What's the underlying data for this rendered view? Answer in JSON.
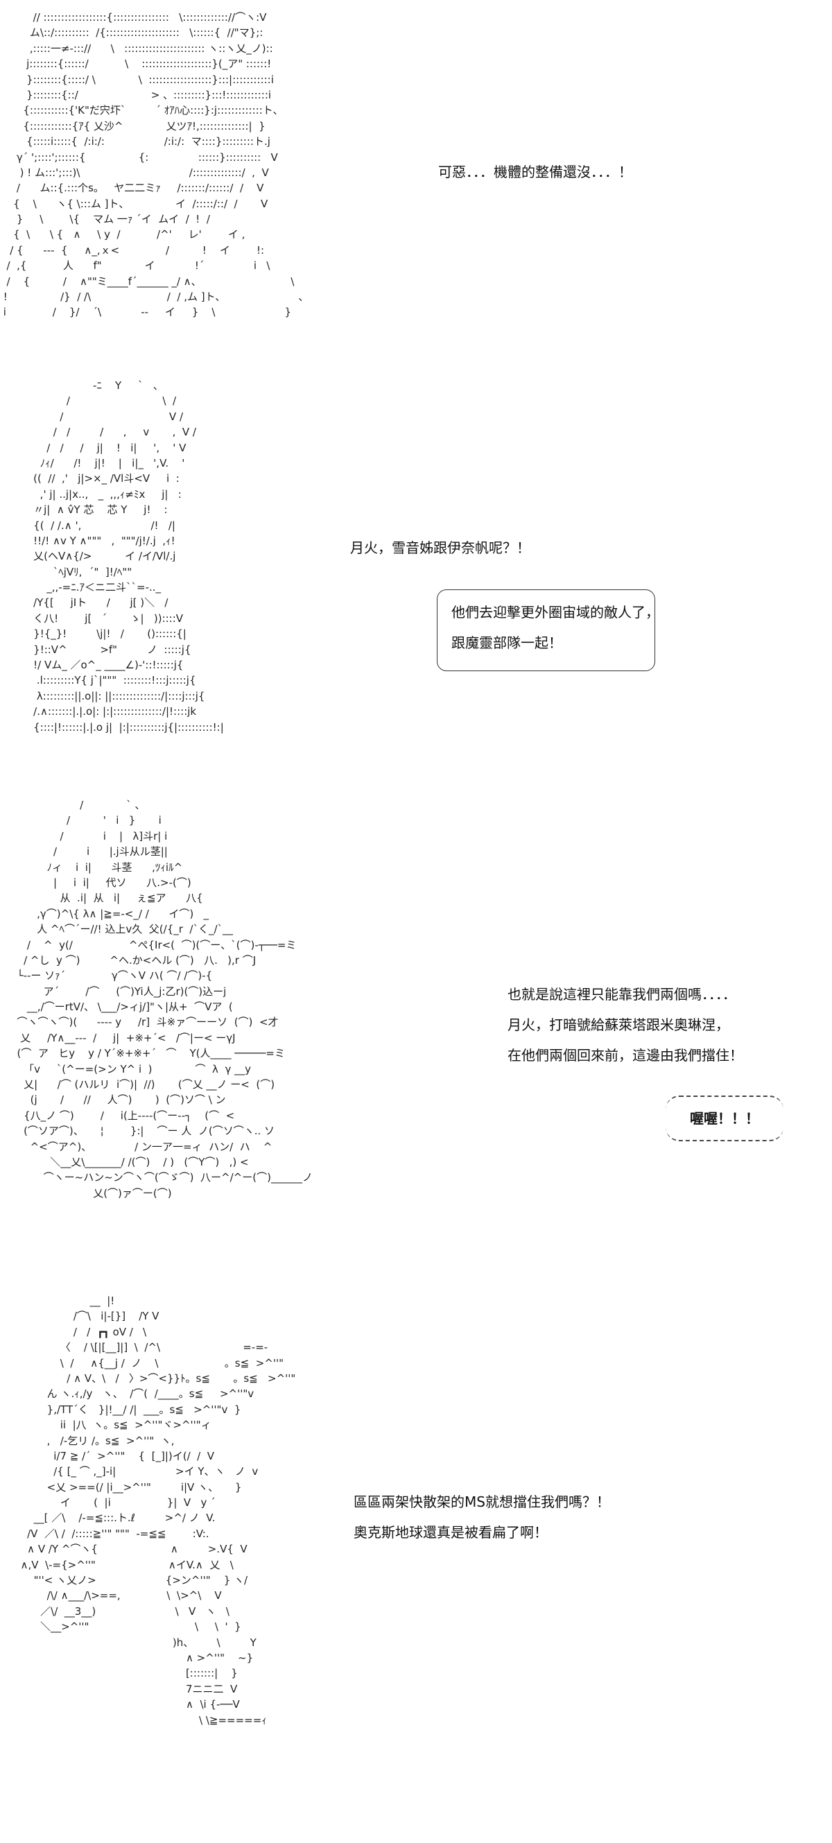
{
  "panels": [
    {
      "art": [
        "          // ::::::::::::::::::{::::::::::::::::   \\::::::::::::://⌒ヽ:V",
        "         ム\\::/::::::::::  /{:::::::::::::::::::::   \\::::::{  //\"マ};:",
        "         ,:::::一≠-::://      \\   ::::::::::::::::::::::: ヽ::ヽ乂_ノ)::",
        "        j::::::::{::::::/           \\    ::::::::::::::::::::}(_ア\" ::::::!",
        "        }::::::::{:::::/ \\             \\  ::::::::::::::::::}:::|:::::::::::i",
        "        }::::::::{::/                      > 、:::::::::}:::!::::::::::::i",
        "       {:::::::::::{'K\"だ宍圷`         ´ ｵｱﾊ心::::}:j:::::::::::::ト、",
        "       {::::::::::::{ｱ{ 乂沙^             乂ツｱ!,::::::::::::::|  }",
        "        {:::::i:::::{  /:i:/:                  /:i:/:  マ::::}:::::::::ト.j",
        "     γ´ ';::::';::::::{                {:               ::::::}::::::::::   V",
        "      ) ! ム:::';:::)\\                                 /::::::::::::::/  ,  V",
        "     /      ム::{.:::个s。   ヤ二二ミｧ     /:::::::/::::::/  /    V",
        "    {    \\      ヽ{ \\:::ム ]ト、              イ  /:::::/::/  /       V",
        "     }     \\        \\{    マム 一ｧ ´イ  ムイ  /  !  /",
        "    {  \\      \\ {   ∧     \\ y  /           /^'     レ'        イ ,",
        "   / {      ---  {     ∧_,ｘ<              /          !    イ        !:",
        "  /  ,{           人      f\"             イ            !´               i   \\",
        "  /    {          /    ∧\"\"ミ____f´______ _/ ∧、                           \\",
        " !                /}  / /\\                       /  / ,ム ]ト、                      、",
        " i              /    }/    ´\\            --     イ     }    \\                     }"
      ]
    },
    {
      "art": [
        "                          -ﾆ    Y     `   、",
        "                  /                            \\  /",
        "                /                                V /",
        "              /   /         /      ,     v       ,  V /",
        "            /   /     /    j|    !   i|     ',    ' V",
        "          ﾉｨ/      /!    j|!    |   i|_   ',V.    '",
        "        ((  //  ,'   j|>×_ /Vl斗<V     i  :",
        "          ,' j| ..j|x..,   _  ,,,ｨ≠ﾐx     j|   :",
        "        〃j|  ∧ v̂Y 芯    芯 Y     j!    :",
        "        {(  / /.∧ ',                     /!   /|",
        "        !!/! ∧v Y ∧\"\"\"   ,  \"\"\"/j!/.j  ,ｨ!",
        "        乂(ヘV∧{/>          イ /イ/Vl/.j",
        "              `ﾍjVﾘ,  ´\"  ]!/ﾍ\"\"",
        "            _,,-=ﾆ.ｱ＜ニ二斗``=-.._",
        "        /Y{[     jIト      /      j[ )＼   /",
        "        く八!        j[   ´       ゝ|   ))::::V",
        "        }!{_}!         \\j|!   /       ()::::::{|",
        "        }!::V^          >f\"         ノ  :::::j{",
        "        !/ Vム_ ／o^_ ____∠)-'::!:::::j{",
        "         .l:::::::::Y{ j`|\"\"\"  ::::::::!:::j:::::j{",
        "         λ:::::::::||.o||: ||::::::::::::::/|::::j:::j{",
        "        /.∧:::::::|.|.o|: |:|::::::::::::::/|!::::jk",
        "        {::::|!::::::|.|.o j|  |:|::::::::::j{|::::::::::!:|"
      ]
    },
    {
      "art": [
        "                     /             ` 、",
        "                 /          '   i   }       i",
        "               /            i    |   λ]斗r| i",
        "             /         i      |.j斗从ル茎||",
        "           ﾉィ    i  i|      斗茎      ,ﾂｨiﾙ^",
        "             |     i  i|     代ソ      八.>-(⌒)",
        "               从  .i|  从   i|     ぇ≦ア      八{",
        "        ,γ⌒)^\\{ λ∧ |≧=-<_/ /      イ⌒)   _",
        "        人 ^ﾍ⌒´ー//! 込上v久  父(/{_r  /`く_/`__",
        "     /    ^  y(/                 ^ぺ{Ir<(  ⌒)(⌒ー、`(⌒)-┬──=ミ",
        "    / ^し  y ⌒)         ^ヘ.か<ヘル (⌒)   八.   ),r ⌒J",
        "  └--ー ソｧ´              γ⌒ヽV ハ( ⌒/ /⌒)-{",
        "          ア´        /⌒     (⌒)Yi人_j:乙r)(⌒)込ーj",
        "     __,/⌒ーrtV/、 \\___/>ィj/]\"ヽ|从+  ⌒Vア  (",
        "  ⌒ヽ⌒ヽ⌒)(      ---- y     /r]  斗※ァ⌒ーーソ  (⌒)  <才",
        "   乂     /Y∧__---  /     j|  +※+´<   /⌒|ー< ーγJ",
        "  (⌒  ア   ヒy    y / Y´※+※+´   ⌒    Y(人____ ─────=ミ",
        "    「v     `(^ー=(>ン Y^ i  )             ⌒  λ  γ __y",
        "    乂|      /⌒ (ハルリ  i⌒)|  //)       (⌒乂 __ノ ー<  (⌒)",
        "      (j       /      //     人⌒)       )  (⌒)ソ⌒ \\ ン",
        "    {八_ノ ⌒)        /     i(上----(⌒ー--┐    (⌒  <",
        "    (⌒ソア⌒)、     ¦        }:|    ⌒ー 人  ノ(⌒ソ⌒ヽ.. ソ",
        "      ^<⌒ア^)、             / ン一ア一=ィ  ハン/  ハ    ^ ",
        "            ＼__乂\\_______/ /(⌒)    / )   (⌒Y⌒)   ,) <",
        "          ⌒ヽー~ハン~ン⌒ヽ⌒(⌒ゞ⌒)  八ー^/^ー(⌒)______ノ",
        "                         乂(⌒)ァ⌒ー(⌒)"
      ]
    },
    {
      "art": [
        "                       __  |!",
        "                  /⌒\\   i|-[}]    /Y V",
        "                  /   /  ┏┓ oV /   \\",
        "              〈    / \\[|[__]|]  \\  /^\\                         =-=-",
        "              \\  /     ∧{__j /  ノ    \\                    。s≦  >^''\"",
        "                / ∧ V、\\   /   〉>⌒<}}ﾄ。s≦       。s≦   >^''\"",
        "          ん ヽ.ｨ,/y   ヽ、  /⌒(  /____。s≦     >^''\"v",
        "          },/TT´く   }|!__/ /|  ___。s≦   >^''\"v  }",
        "              ii  |八  ヽ。s≦  >^''\"ヾ>^''\"ィ",
        "          ,   /-乞リ /。s≦  >^''\"  ヽ,",
        "            i/7 ≧ /´  >^''\"    {  [_]|)イ(/  /  V",
        "            /{ [_ ⌒ ,_]-i|                  >イ Y、ヽ   ノ  v",
        "          <乂 >==(/ |i__>^''\"         i|V ヽ、     }",
        "              イ       (  |i                 }|  V   y ´",
        "      __[ ／\\    /-=≦:::.ト.ℓ         >^/ ノ  V.",
        "    /V  ／\\ /  /:::::≧''\" \"\"\"  -=≦≦        :V:.",
        "    ∧ V /Y ^⌒ヽ{                      ∧         >.V{  V",
        "  ∧,V  \\-={>^''\"                      ∧イV.∧  乂   \\",
        "      \"''< ヽ乂ノ>                     {>ン^''\"    } ヽ/",
        "          /\\/ ∧___/\\>==,              \\  \\>^\\    V",
        "        ／\\/  __3__)                        \\   V   ヽ   \\",
        "        ＼__>^''\"                                \\     \\  '  }",
        "                                                )h、       \\         Y",
        "                                                    ∧ >^''\"    ~}",
        "                                                    [:::::::|    }",
        "                                                    7ニニ二  V",
        "                                                    ∧  \\i {-──V",
        "                                                        \\ \\≧=====ｨ"
      ]
    }
  ],
  "dialogue": {
    "panel1_line": "可惡．．．機體的整備還沒．．．！",
    "panel2_question": "月火，雪音姊跟伊奈帆呢？！",
    "panel2_box": [
      "他們去迎擊更外圈宙域的敵人了，",
      "跟魔靈部隊一起！"
    ],
    "panel3_lines": [
      "也就是說這裡只能靠我們兩個嗎．．．．",
      "月火，打暗號給蘇萊塔跟米奧琳涅，",
      "在他們兩個回來前，這邊由我們擋住！"
    ],
    "panel3_shout": "喔喔！！！",
    "panel4_lines": [
      "區區兩架快散架的MS就想擋住我們嗎？！",
      "奧克斯地球還真是被看扁了啊！"
    ]
  }
}
